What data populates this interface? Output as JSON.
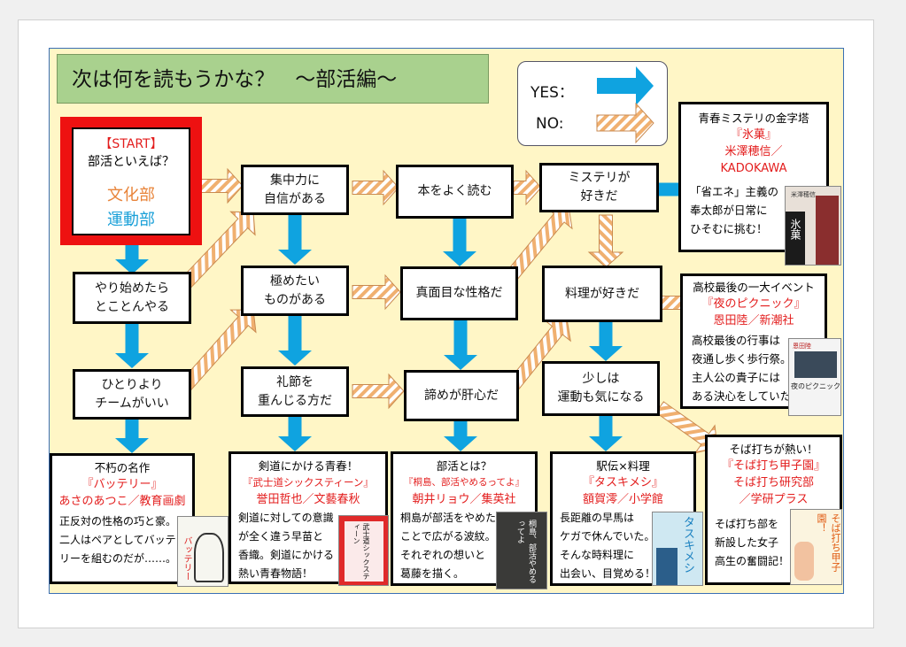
{
  "title": "次は何を読もうかな？　～部活編～",
  "legend": {
    "yes_label": "YES：",
    "no_label": "NO:"
  },
  "colors": {
    "yes_arrow": "#0fa3e0",
    "no_arrow_fill": "#f0b070",
    "start_frame": "#ee1111",
    "title_bg": "#a9d18e",
    "accent_red": "#e31d1d",
    "accent_orange": "#e8843a",
    "accent_blue": "#1aa0d8"
  },
  "start": {
    "tag": "【START】",
    "question": "部活といえば？",
    "option1": "文化部",
    "option2": "運動部"
  },
  "questions": {
    "q_yarihajime": [
      "やり始めたら",
      "とことんやる"
    ],
    "q_team": [
      "ひとりより",
      "チームがいい"
    ],
    "q_shuchu": [
      "集中力に",
      "自信がある"
    ],
    "q_kiwame": [
      "極めたい",
      "ものがある"
    ],
    "q_reisetsu": [
      "礼節を",
      "重んじる方だ"
    ],
    "q_hon": [
      "本をよく読む"
    ],
    "q_majime": [
      "真面目な性格だ"
    ],
    "q_akirame": [
      "諦めが肝心だ"
    ],
    "q_mystery": [
      "ミステリが",
      "好きだ"
    ],
    "q_ryouri": [
      "料理が好きだ"
    ],
    "q_undou": [
      "少しは",
      "運動も気になる"
    ]
  },
  "books": {
    "hyouka": {
      "head": "青春ミステリの金字塔",
      "title": "『氷菓』",
      "author": "米澤穂信／",
      "publisher": "KADOKAWA",
      "desc": [
        "「省エネ」主義の",
        "奉太郎が日常に",
        "ひそむに挑む！"
      ],
      "cover_text": "氷菓",
      "cover_top": "米澤穂信"
    },
    "picnic": {
      "head": "高校最後の一大イベント",
      "title": "『夜のピクニック』",
      "author": "恩田陸／新潮社",
      "desc": [
        "高校最後の行事は",
        "夜通し歩く歩行祭。",
        "主人公の貴子には",
        "ある決心をしていた。"
      ],
      "cover_text": "夜のピクニック",
      "cover_top": "恩田陸"
    },
    "battery": {
      "head": "不朽の名作",
      "title": "『バッテリー』",
      "author": "あさのあつこ／教育画劇",
      "desc": [
        "正反対の性格の巧と豪。",
        "二人はペアとしてバッテ",
        "リーを組むのだが……。"
      ],
      "cover_text": "バッテリー"
    },
    "bushido": {
      "head": "剣道にかける青春！",
      "title": "『武士道シックスティーン』",
      "author": "誉田哲也／文藝春秋",
      "desc": [
        "剣道に対しての意識",
        "が全く違う早苗と",
        "香織。剣道にかける",
        "熱い青春物語！"
      ],
      "cover_text": "武士道シックスティーン"
    },
    "kirishima": {
      "head": "部活とは？",
      "title": "『桐島、部活やめるってよ』",
      "author": "朝井リョウ／集英社",
      "desc": [
        "桐島が部活をやめた",
        "ことで広がる波紋。",
        "それぞれの想いと",
        "葛藤を描く。"
      ],
      "cover_text": "桐島、部活やめるってよ"
    },
    "tasukimeshi": {
      "head": "駅伝×料理",
      "title": "『タスキメシ』",
      "author": "額賀澪／小学館",
      "desc": [
        "長距離の早馬は",
        "ケガで休んでいた。",
        "そんな時料理に",
        "出会い、目覚める！"
      ],
      "cover_text": "タスキメシ"
    },
    "sobauchi": {
      "head": "そば打ちが熱い！",
      "title": "『そば打ち甲子園』",
      "author": "そば打ち研究部",
      "publisher": "／学研プラス",
      "desc": [
        "そば打ち部を",
        "新設した女子",
        "高生の奮闘記！"
      ],
      "cover_text": "そば打ち甲子園！"
    }
  }
}
